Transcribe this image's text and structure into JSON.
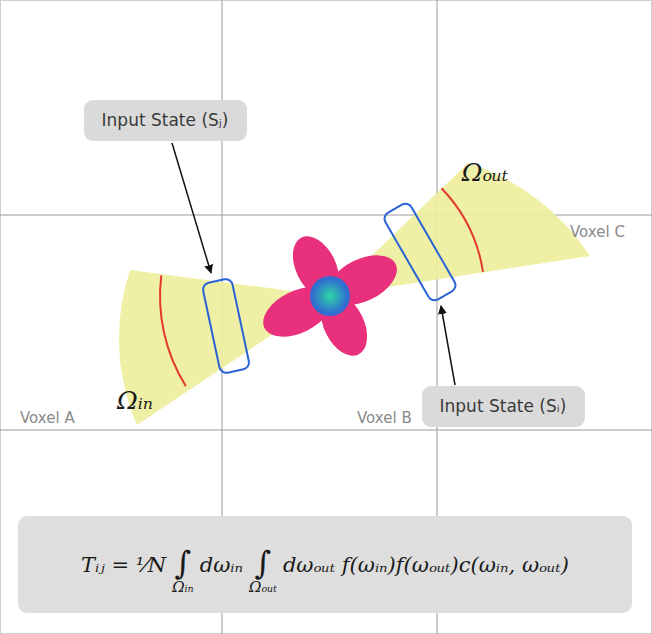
{
  "diagram": {
    "nodes": [
      {
        "text": [
          "Input State (Sⱼ)"
        ]
      },
      {
        "text": [
          "Input State (Sᵢ)"
        ]
      },
      {
        "text": [
          "Tᵢⱼ = ¹⁄N",
          "∫",
          "Ωᵢₙ",
          "dωᵢₙ",
          "∫",
          "Ωₒᵤₜ",
          "dωₒᵤₜ f(ωᵢₙ)f(ωₒᵤₜ)c(ωᵢₙ, ωₒᵤₜ)"
        ]
      }
    ],
    "labels": [
      "Ωᵢₙ",
      "Ωₒᵤₜ",
      "Voxel A",
      "Voxel B",
      "Voxel C"
    ]
  }
}
